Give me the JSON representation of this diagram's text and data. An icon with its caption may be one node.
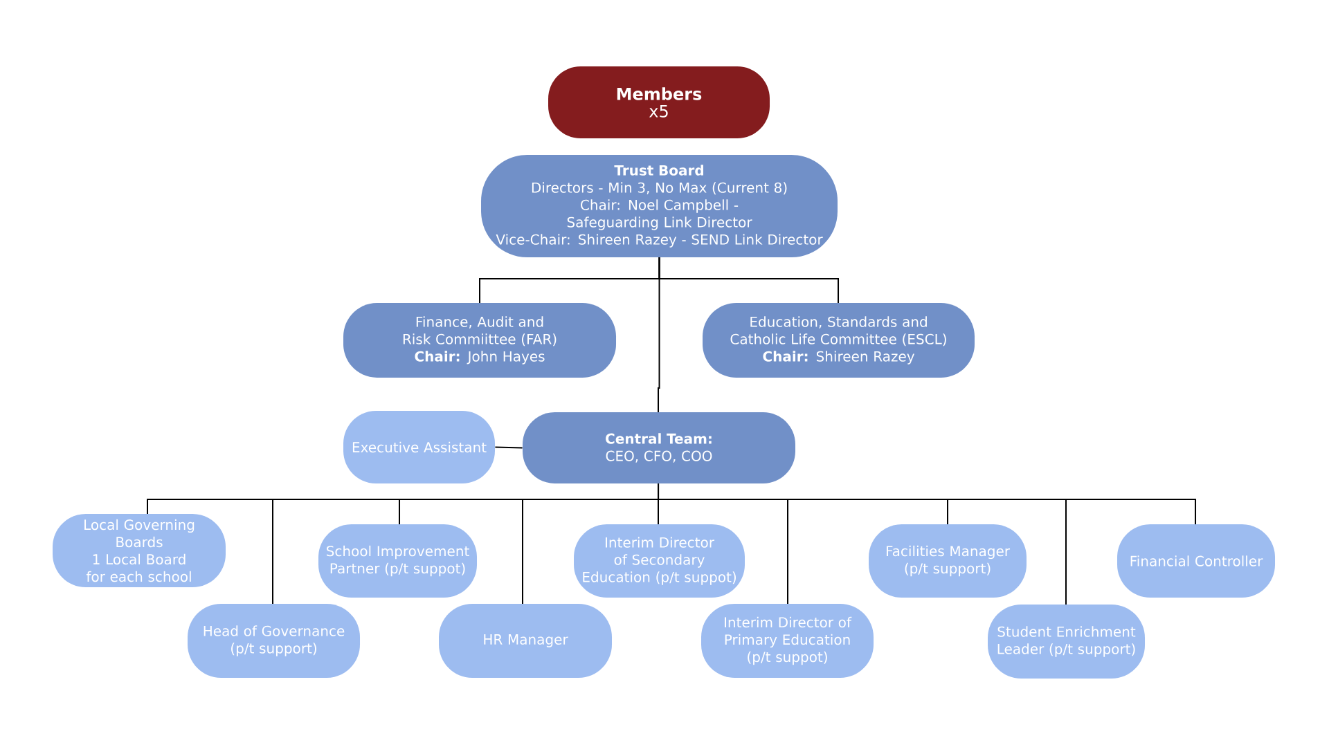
{
  "diagram": {
    "nodes": [
      {
        "text": [
          "Members",
          "x5"
        ]
      },
      {
        "text": [
          "Trust Board",
          "Directors - Min 3, No Max (Current 8)",
          "Chair: Noel Campbell - Safeguarding Link Director",
          "Vice-Chair: Shireen Razey - SEND Link Director"
        ]
      },
      {
        "text": [
          "Finance, Audit and Risk Commiittee (FAR)",
          "**Chair:** John Hayes"
        ]
      },
      {
        "text": [
          "Education, Standards and Catholic Life Committee (ESCL)",
          "**Chair:** Shireen Razey"
        ]
      },
      {
        "text": [
          "Executive Assistant"
        ]
      },
      {
        "text": [
          "Central Team:",
          "CEO, CFO, COO"
        ]
      },
      {
        "text": [
          "Local Governing Boards",
          "1 Local Board for each school"
        ]
      },
      {
        "text": [
          "Head of Governance (p/t support)"
        ]
      },
      {
        "text": [
          "School Improvement Partner (p/t suppot)"
        ]
      },
      {
        "text": [
          "HR Manager"
        ]
      },
      {
        "text": [
          "Interim Director of Secondary Education (p/t suppot)"
        ]
      },
      {
        "text": [
          "Interim Director of Primary Education (p/t suppot)"
        ]
      },
      {
        "text": [
          "Facilities Manager (p/t support)"
        ]
      },
      {
        "text": [
          "Student Enrichment Leader (p/t support)"
        ]
      },
      {
        "text": [
          "Financial Controller"
        ]
      }
    ],
    "edges": [
      {
        "from": 1,
        "to": 2,
        "arrow": "none"
      },
      {
        "from": 1,
        "to": 3,
        "arrow": "none"
      },
      {
        "from": 1,
        "to": 5,
        "arrow": "none"
      },
      {
        "from": 4,
        "to": 5,
        "arrow": "none"
      },
      {
        "from": 5,
        "to": 6,
        "arrow": "none"
      },
      {
        "from": 5,
        "to": 7,
        "arrow": "none"
      },
      {
        "from": 5,
        "to": 8,
        "arrow": "none"
      },
      {
        "from": 5,
        "to": 9,
        "arrow": "none"
      },
      {
        "from": 5,
        "to": 10,
        "arrow": "none"
      },
      {
        "from": 5,
        "to": 11,
        "arrow": "none"
      },
      {
        "from": 5,
        "to": 12,
        "arrow": "none"
      },
      {
        "from": 5,
        "to": 13,
        "arrow": "none"
      },
      {
        "from": 5,
        "to": 14,
        "arrow": "none"
      }
    ]
  }
}
